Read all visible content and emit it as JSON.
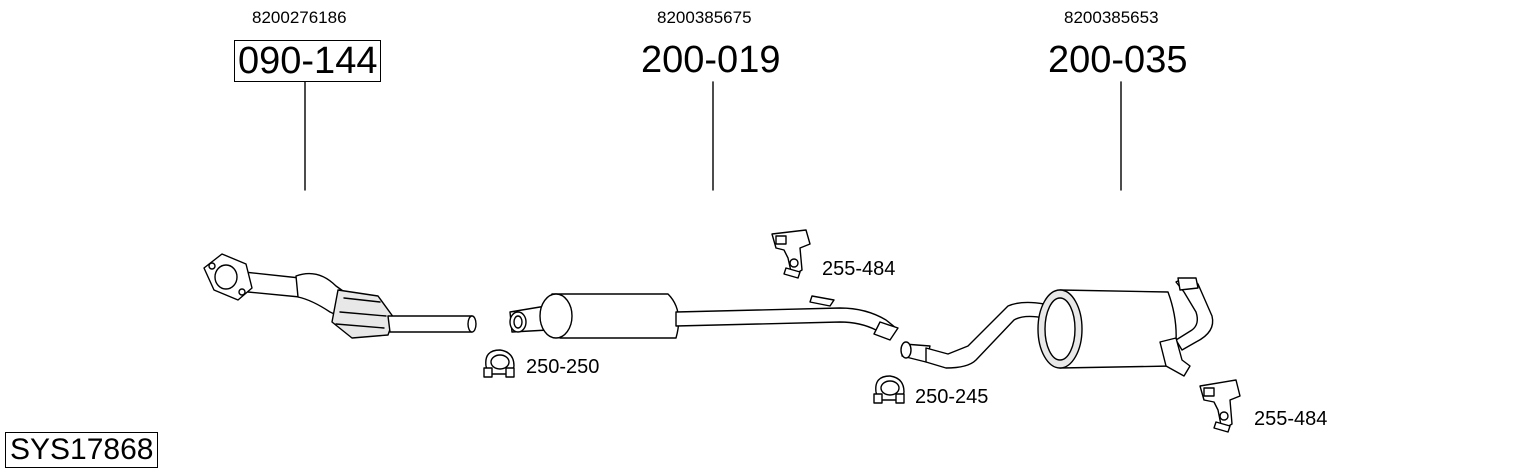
{
  "parts": [
    {
      "oem": "8200276186",
      "number": "090-144",
      "boxed": true,
      "icon": "catalytic-converter-icon"
    },
    {
      "oem": "8200385675",
      "number": "200-019",
      "boxed": false,
      "icon": "middle-silencer-icon"
    },
    {
      "oem": "8200385653",
      "number": "200-035",
      "boxed": false,
      "icon": "rear-silencer-icon"
    }
  ],
  "accessories": [
    {
      "label": "255-484",
      "icon": "rubber-hanger-icon"
    },
    {
      "label": "250-250",
      "icon": "pipe-clamp-icon"
    },
    {
      "label": "250-245",
      "icon": "pipe-clamp-icon"
    },
    {
      "label": "255-484",
      "icon": "rubber-hanger-icon"
    }
  ],
  "system": {
    "code": "SYS17868"
  },
  "colors": {
    "line": "#000000",
    "fill": "#ffffff",
    "shade": "#e8e8e8"
  }
}
